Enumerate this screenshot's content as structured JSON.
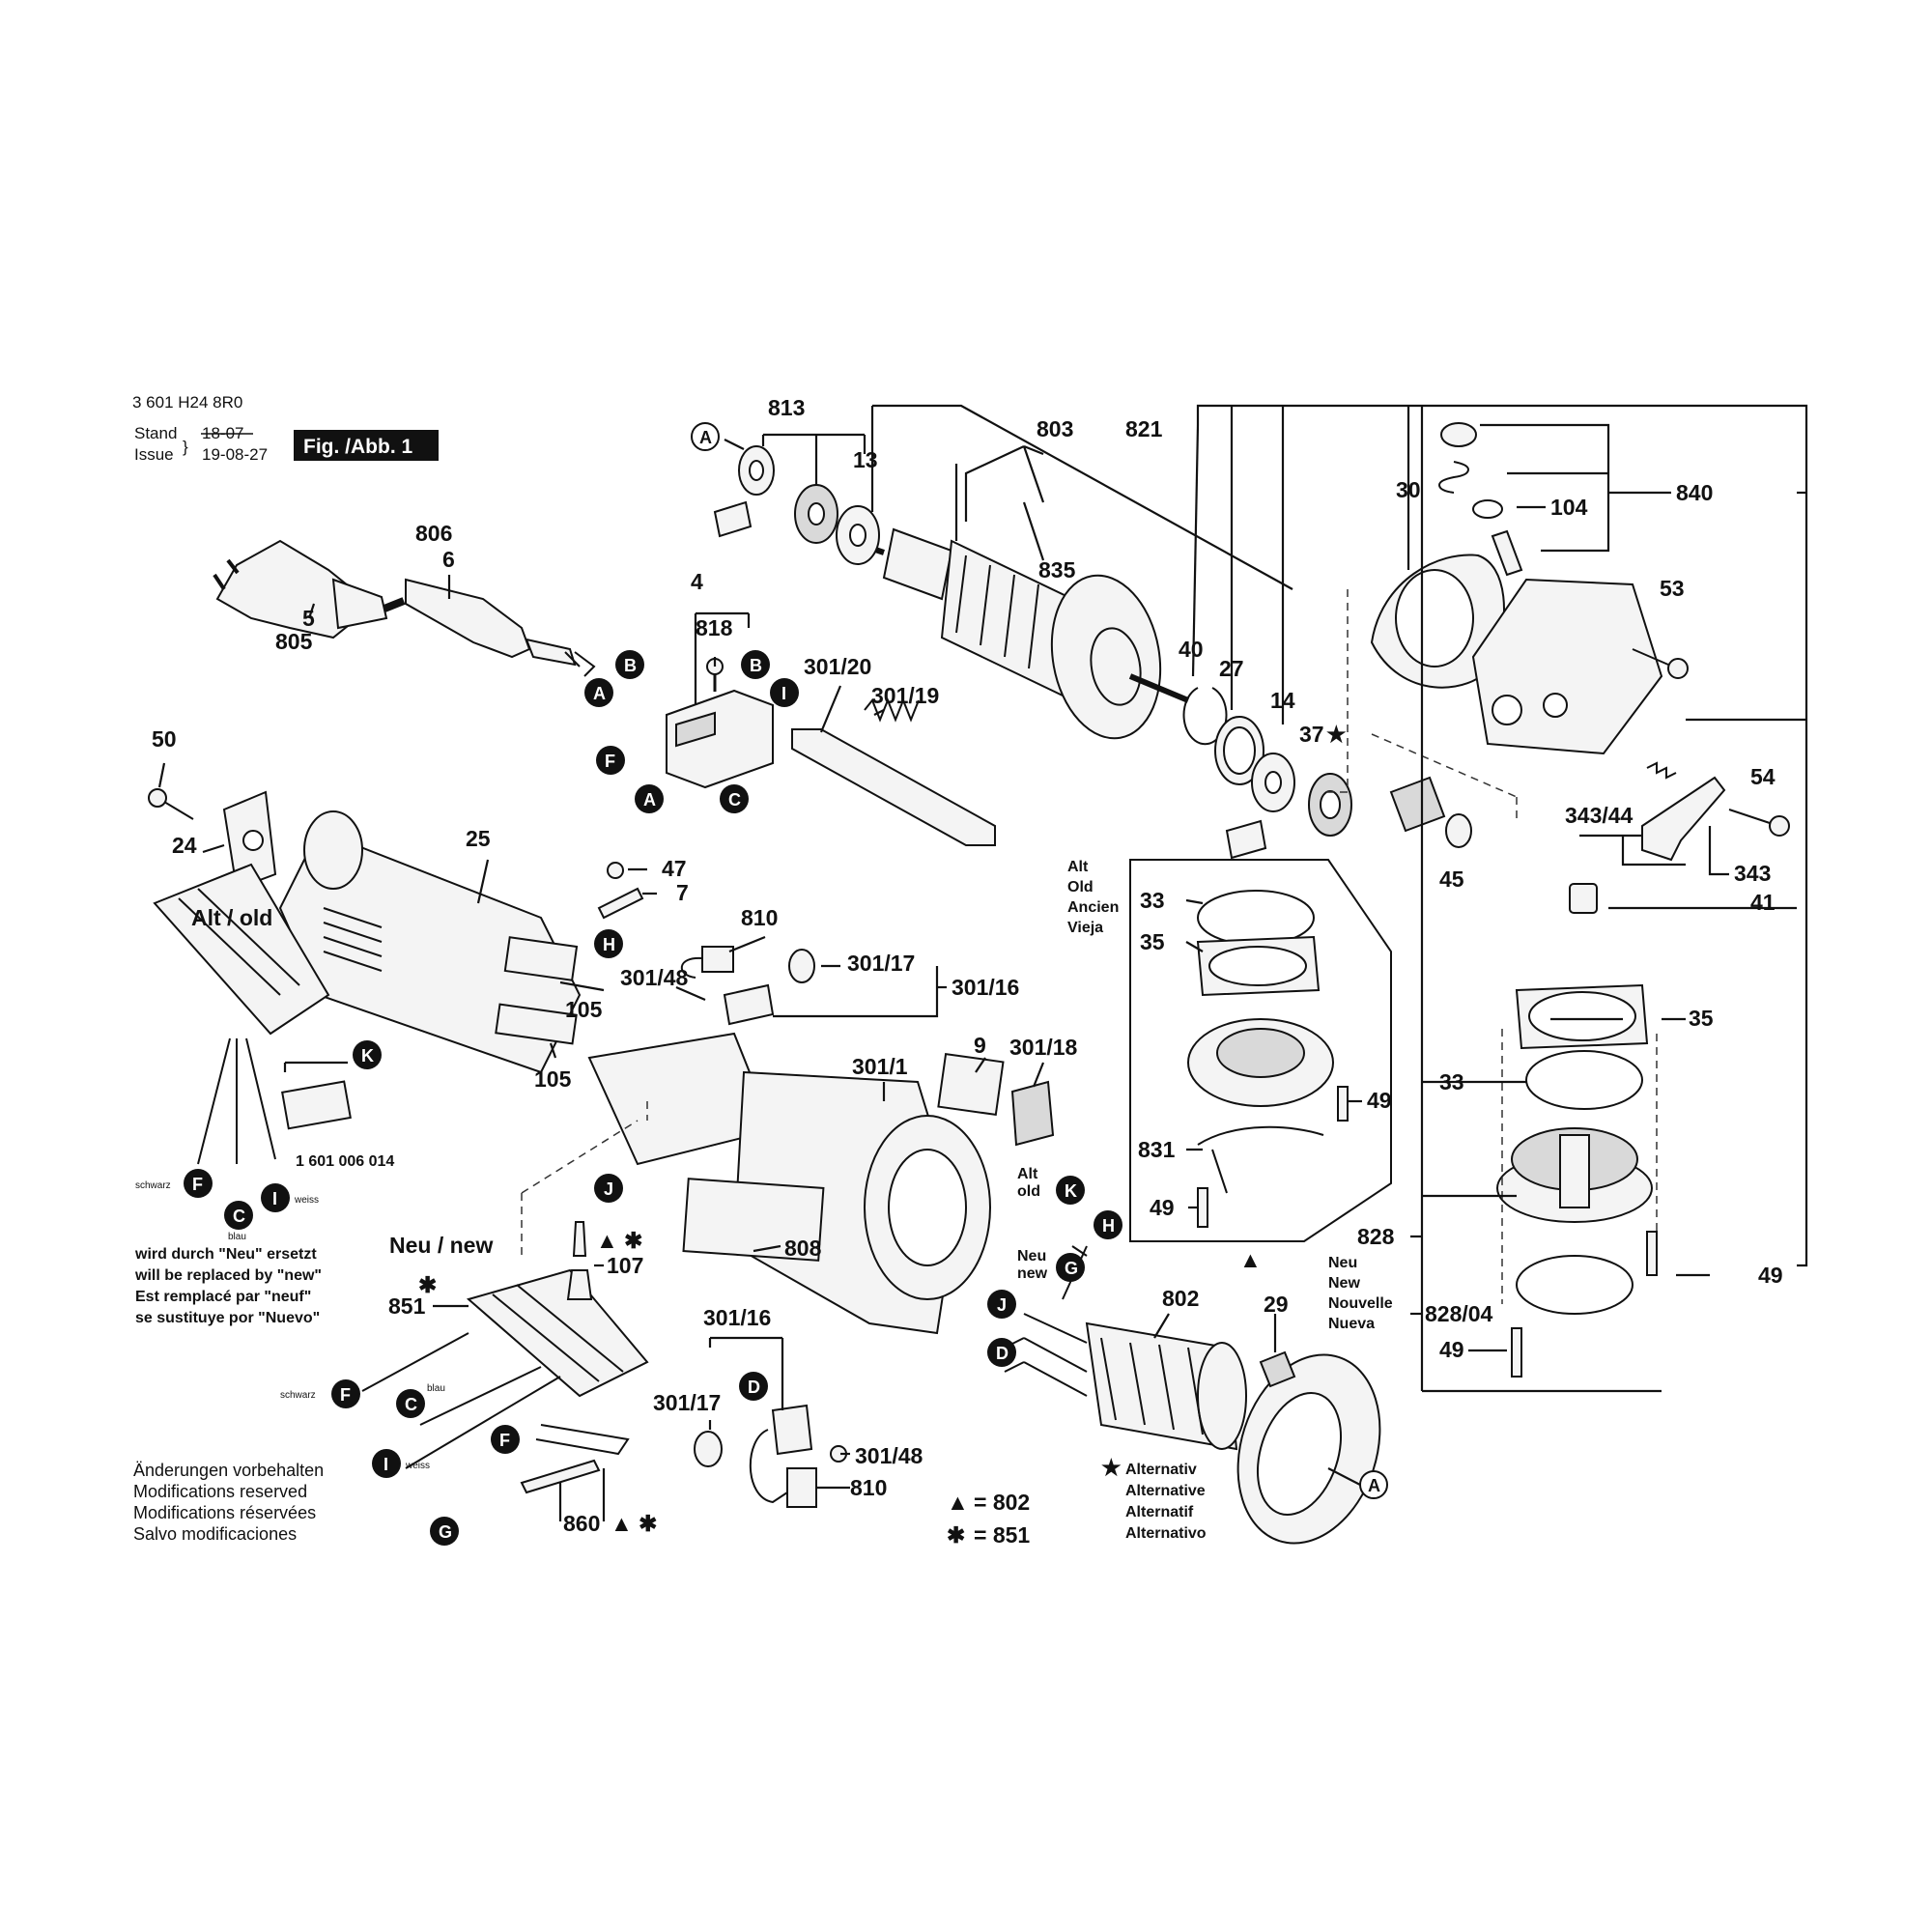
{
  "header": {
    "doc_number": "3 601 H24 8R0",
    "stand_label": "Stand",
    "issue_label": "Issue",
    "stand_date": "18-07",
    "issue_date": "19-08-27",
    "figure_label": "Fig. /Abb. 1"
  },
  "sections": {
    "alt_old": "Alt / old",
    "neu_new": "Neu / new",
    "alt_old_short_1": "Alt",
    "alt_old_short_2": "old",
    "neu_new_short_1": "Neu",
    "neu_new_short_2": "new",
    "gear_alt": [
      "Alt",
      "Old",
      "Ancien",
      "Vieja"
    ],
    "gear_neu": [
      "Neu",
      "New",
      "Nouvelle",
      "Nueva"
    ]
  },
  "wire_colors": {
    "schwarz": "schwarz",
    "blau": "blau",
    "weiss": "weiss"
  },
  "replacement_note": [
    "wird durch \"Neu\" ersetzt",
    "will be replaced by \"new\"",
    "Est remplacé par \"neuf\"",
    "se sustituye por \"Nuevo\""
  ],
  "modifications_note": [
    "Änderungen vorbehalten",
    "Modifications reserved",
    "Modifications réservées",
    "Salvo modificaciones"
  ],
  "legend": {
    "triangle_eq": "= 802",
    "star_eq": "= 851",
    "alternative": [
      "Alternativ",
      "Alternative",
      "Alternatif",
      "Alternativo"
    ]
  },
  "part_numbers": {
    "p813": "813",
    "p13": "13",
    "p803": "803",
    "p835": "835",
    "p821": "821",
    "p30": "30",
    "p840": "840",
    "p104": "104",
    "p53": "53",
    "p40": "40",
    "p27": "27",
    "p14": "14",
    "p37": "37",
    "p806": "806",
    "p6": "6",
    "p5": "5",
    "p805": "805",
    "p4": "4",
    "p818": "818",
    "p301_20": "301/20",
    "p301_19": "301/19",
    "p50": "50",
    "p24": "24",
    "p25": "25",
    "p47": "47",
    "p7": "7",
    "p810a": "810",
    "p301_48a": "301/48",
    "p301_17a": "301/17",
    "p301_16a": "301/16",
    "p105a": "105",
    "p105b": "105",
    "p301_1": "301/1",
    "p9": "9",
    "p301_18": "301/18",
    "p1601": "1 601 006 014",
    "p107": "107",
    "p808": "808",
    "p851": "851",
    "p301_16b": "301/16",
    "p301_17b": "301/17",
    "p301_48b": "301/48",
    "p810b": "810",
    "p860": "860",
    "p802": "802",
    "p29": "29",
    "p54": "54",
    "p343_44": "343/44",
    "p343": "343",
    "p45": "45",
    "p41": "41",
    "p33a": "33",
    "p35a": "35",
    "p49a": "49",
    "p831": "831",
    "p49b": "49",
    "p35b": "35",
    "p33b": "33",
    "p828": "828",
    "p828_04": "828/04",
    "p49c": "49",
    "p49d": "49"
  },
  "connector_letters": {
    "A": "A",
    "B": "B",
    "C": "C",
    "D": "D",
    "F": "F",
    "G": "G",
    "H": "H",
    "I": "I",
    "J": "J",
    "K": "K"
  }
}
